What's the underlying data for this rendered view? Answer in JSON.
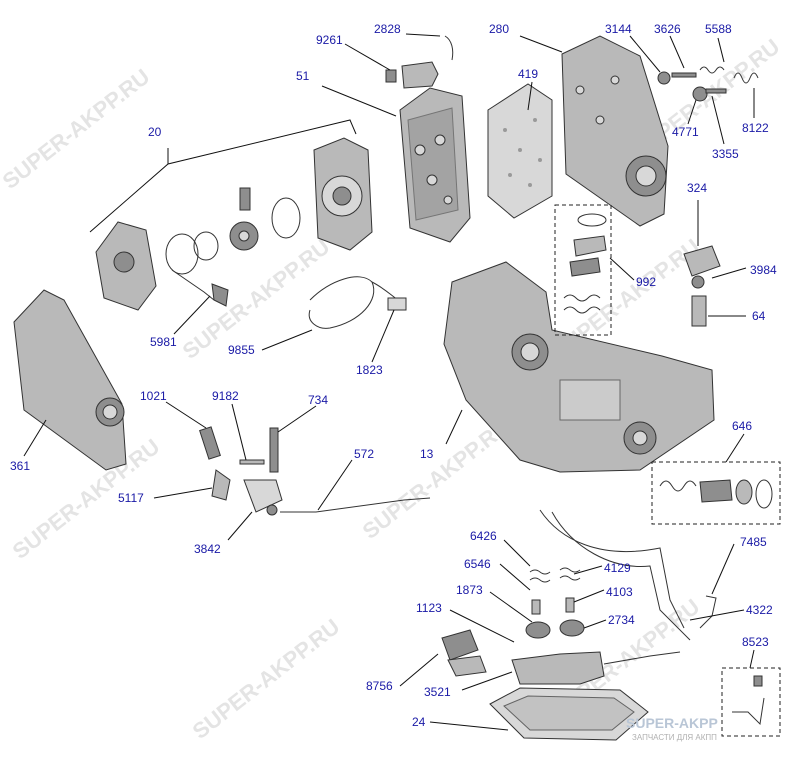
{
  "watermark": "SUPER-AKPP.RU",
  "brand": {
    "name": "SUPER-AKPP",
    "tagline": "ЗАПЧАСТИ ДЛЯ АКПП"
  },
  "labels": {
    "p2828": "2828",
    "p9261": "9261",
    "p280": "280",
    "p3144": "3144",
    "p3626": "3626",
    "p5588": "5588",
    "p51": "51",
    "p419": "419",
    "p4771": "4771",
    "p8122": "8122",
    "p3355": "3355",
    "p20": "20",
    "p324": "324",
    "p3984": "3984",
    "p992": "992",
    "p64": "64",
    "p5981": "5981",
    "p9855": "9855",
    "p1823": "1823",
    "p1021": "1021",
    "p9182": "9182",
    "p734": "734",
    "p361": "361",
    "p13": "13",
    "p572": "572",
    "p646": "646",
    "p5117": "5117",
    "p3842": "3842",
    "p6426": "6426",
    "p7485": "7485",
    "p6546": "6546",
    "p4129": "4129",
    "p1873": "1873",
    "p4103": "4103",
    "p1123": "1123",
    "p2734": "2734",
    "p4322": "4322",
    "p8523": "8523",
    "p8756": "8756",
    "p3521": "3521",
    "p24": "24"
  }
}
